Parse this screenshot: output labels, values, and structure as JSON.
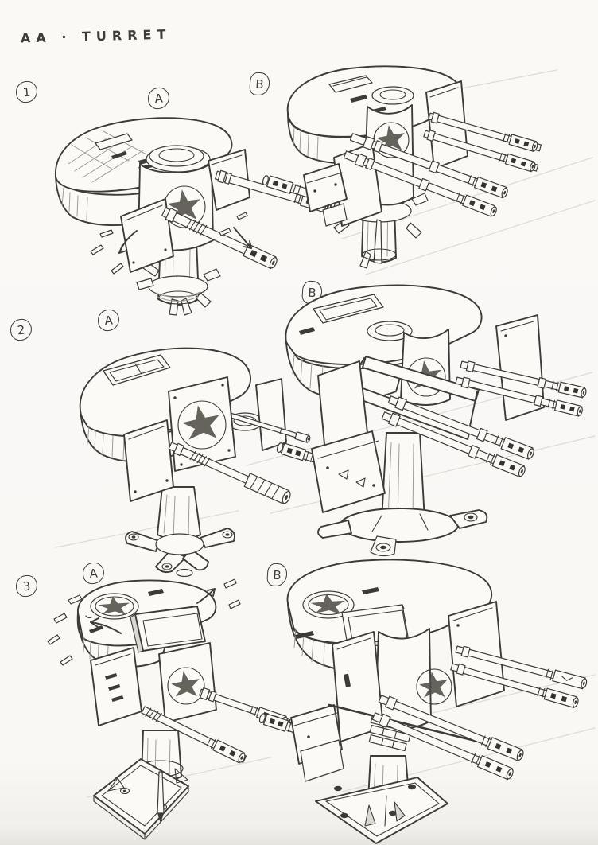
{
  "page": {
    "title": "AA · TURRET"
  },
  "figures": [
    {
      "number": "1",
      "variants": [
        {
          "label": "A"
        },
        {
          "label": "B"
        }
      ]
    },
    {
      "number": "2",
      "variants": [
        {
          "label": "A"
        },
        {
          "label": "B"
        }
      ]
    },
    {
      "number": "3",
      "variants": [
        {
          "label": "A"
        },
        {
          "label": "B"
        }
      ]
    }
  ],
  "colors": {
    "paper": "#f9f8f5",
    "pencil": "#3d3b38",
    "pencil_light": "#a09c93",
    "shade": "#dbd8d1"
  }
}
